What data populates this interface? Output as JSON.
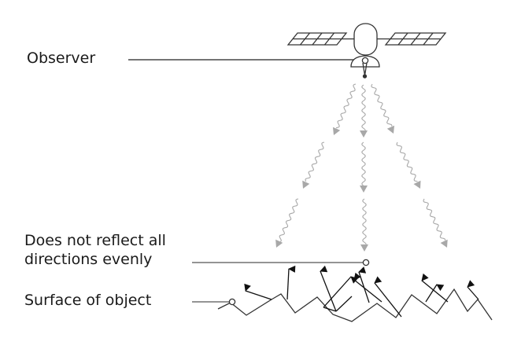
{
  "labels": {
    "observer": "Observer",
    "reflect_line1": "Does not reflect all",
    "reflect_line2": "directions evenly",
    "surface": "Surface of object"
  },
  "colors": {
    "line": "#333333",
    "callout": "#555555",
    "wave": "#a8a8a8",
    "text": "#1a1a1a"
  },
  "icons": {
    "observer": "satellite-icon"
  }
}
